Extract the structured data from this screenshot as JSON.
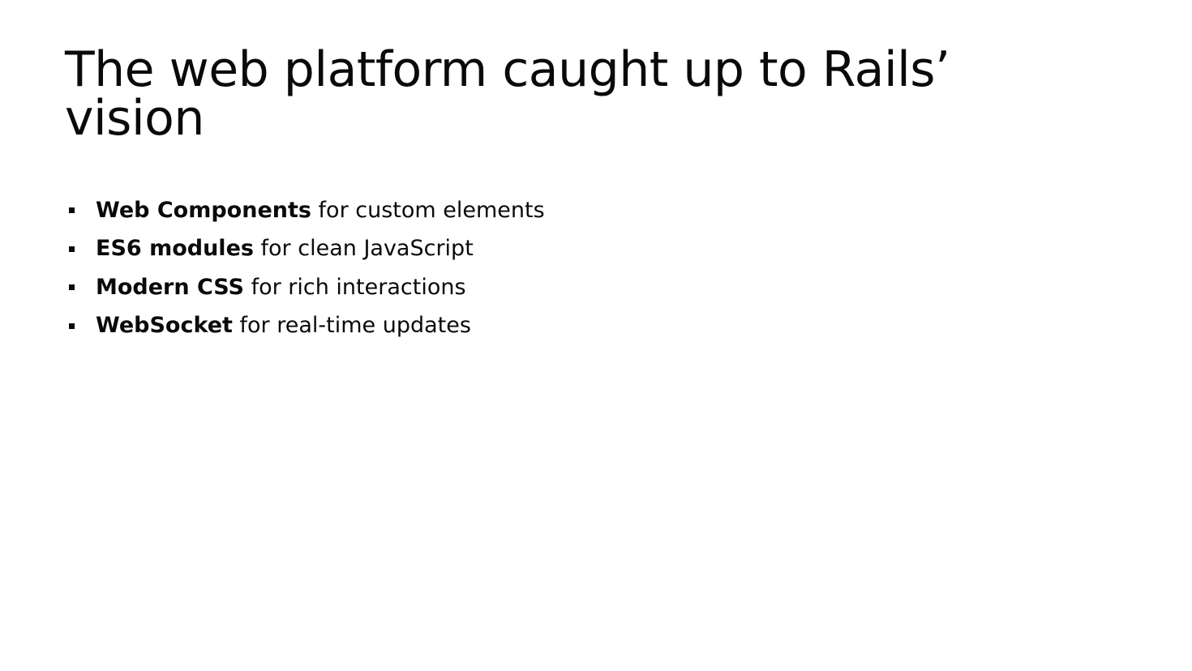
{
  "slide": {
    "title": "The web platform caught up to Rails’ vision",
    "bullets": [
      {
        "strong": "Web Components",
        "text": " for custom elements"
      },
      {
        "strong": "ES6 modules",
        "text": " for clean JavaScript"
      },
      {
        "strong": "Modern CSS",
        "text": " for rich interactions"
      },
      {
        "strong": "WebSocket",
        "text": " for real-time updates"
      }
    ]
  },
  "colors": {
    "background": "#ffffff",
    "text": "#0a0a0a"
  }
}
